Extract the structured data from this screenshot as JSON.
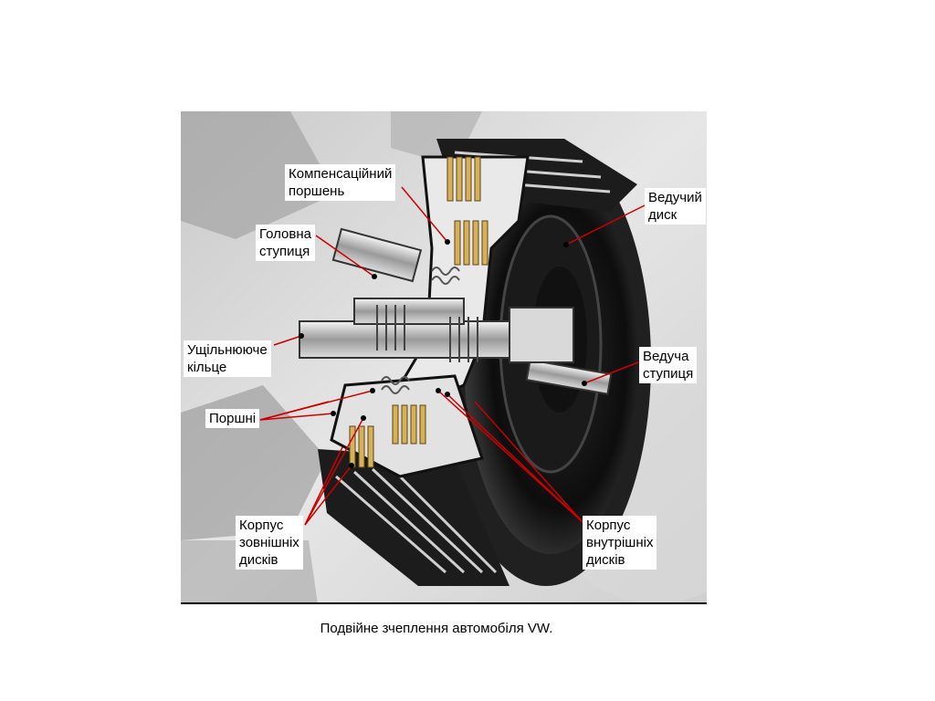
{
  "labels": {
    "compensating_piston": [
      "Компенсаційний",
      "поршень"
    ],
    "main_hub": [
      "Головна",
      "ступиця"
    ],
    "sealing_ring": [
      "Ущільнююче",
      "кільце"
    ],
    "pistons": [
      "Поршні"
    ],
    "outer_disc_carrier": [
      "Корпус",
      "зовнішніх",
      "дисків"
    ],
    "drive_disc": [
      "Ведучий",
      "диск"
    ],
    "drive_hub": [
      "Ведуча",
      "ступиця"
    ],
    "inner_disc_carrier": [
      "Корпус",
      "внутрішніх",
      "дисків"
    ]
  },
  "caption": "Подвійне зчеплення автомобіля VW.",
  "colors": {
    "leader_line": "#cc0000",
    "metal": "#b8b8b8",
    "dark_body": "#111111",
    "friction_plate": "#d6b15a"
  }
}
